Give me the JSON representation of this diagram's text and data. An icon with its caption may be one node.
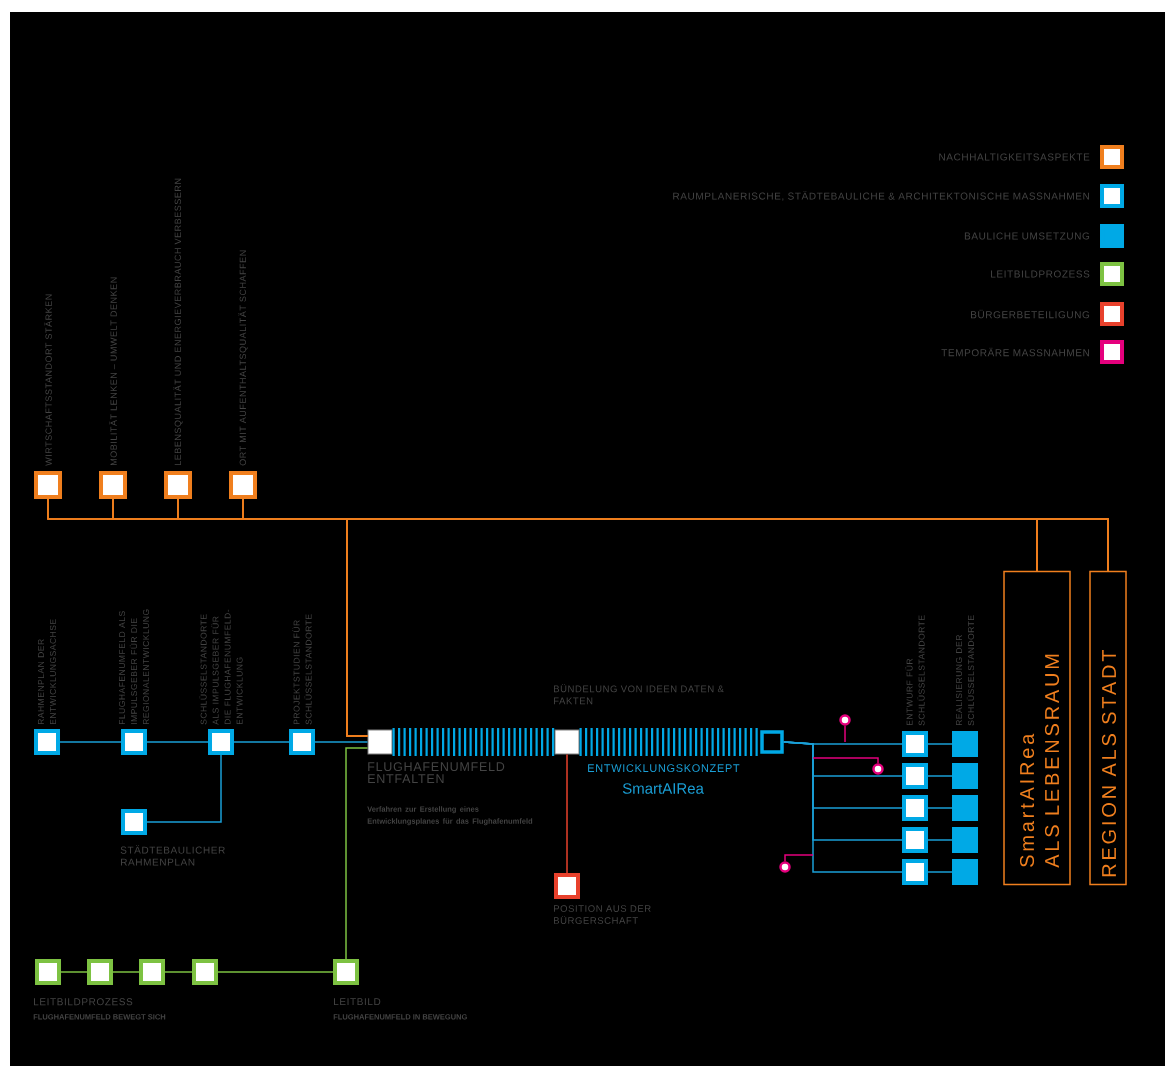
{
  "diagram": {
    "nodes": [
      {
        "text": [
          "WIRTSCHAFTSSTANDORT STÄRKEN"
        ]
      },
      {
        "text": [
          "MOBILITÄT LENKEN – UMWELT DENKEN"
        ]
      },
      {
        "text": [
          "LEBENSQUALITÄT UND ENERGIEVERBRAUCH VERBESSERN"
        ]
      },
      {
        "text": [
          "ORT MIT AUFENTHALTSQUALITÄT SCHAFFEN"
        ]
      },
      {
        "text": [
          "SmartAIRea",
          "ALS LEBENSRAUM"
        ]
      },
      {
        "text": [
          "REGION ALS STADT"
        ]
      },
      {
        "text": [
          "RAHMENPLAN DER ENTWICKLUNGSACHSE"
        ]
      },
      {
        "text": [
          "FLUGHAFENUMFELD ALS IMPULSGEBER FÜR DIE REGIONALENTWICKLUNG"
        ]
      },
      {
        "text": [
          "SCHLÜSSELSTANDORTE ALS IMPULSGEBER FÜR DIE FLUGHAFENUMFELD-ENTWICKLUNG"
        ]
      },
      {
        "text": [
          "PROJEKTSTUDIEN FÜR SCHLÜSSELSTANDORTE"
        ]
      },
      {
        "text": [
          "STÄDTEBAULICHER RAHMENPLAN"
        ]
      },
      {
        "text": [
          "FLUGHAFENUMFELD ENTFALTEN",
          "Verfahren zur Erstellung eines Entwicklungsplanes für das Flughafenumfeld"
        ]
      },
      {
        "text": [
          "BÜNDELUNG VON IDEEN DATEN & FAKTEN"
        ]
      },
      {
        "text": [
          "ENTWICKLUNGSKONZEPT",
          "SmartAIRea"
        ]
      },
      {
        "text": [
          "POSITION AUS DER BÜRGERSCHAFT"
        ]
      },
      {
        "text": [
          "ENTWURF FÜR SCHLÜSSELSTANDORTE"
        ]
      },
      {
        "text": [],
        "shape": "box"
      },
      {
        "text": [],
        "shape": "box"
      },
      {
        "text": [],
        "shape": "box"
      },
      {
        "text": [],
        "shape": "box"
      },
      {
        "text": [
          "REALISIERUNG DER SCHLÜSSELSTANDORTE"
        ]
      },
      {
        "text": [],
        "shape": "box"
      },
      {
        "text": [],
        "shape": "box"
      },
      {
        "text": [],
        "shape": "box"
      },
      {
        "text": [],
        "shape": "box"
      },
      {
        "text": [],
        "shape": "circle"
      },
      {
        "text": [],
        "shape": "circle"
      },
      {
        "text": [],
        "shape": "circle"
      },
      {
        "text": [
          "LEITBILDPROZESS",
          "FLUGHAFENUMFELD BEWEGT SICH"
        ]
      },
      {
        "text": [],
        "shape": "box"
      },
      {
        "text": [],
        "shape": "box"
      },
      {
        "text": [],
        "shape": "box"
      },
      {
        "text": [
          "LEITBILD",
          "FLUGHAFENUMFELD IN BEWEGUNG"
        ]
      }
    ],
    "edges": [
      {
        "from": 0,
        "to": 11,
        "arrow": "none",
        "color": "#f07f1e"
      },
      {
        "from": 1,
        "to": 11,
        "arrow": "none",
        "color": "#f07f1e"
      },
      {
        "from": 2,
        "to": 11,
        "arrow": "none",
        "color": "#f07f1e"
      },
      {
        "from": 3,
        "to": 11,
        "arrow": "none",
        "color": "#f07f1e"
      },
      {
        "from": 0,
        "to": 4,
        "arrow": "none",
        "color": "#f07f1e"
      },
      {
        "from": 1,
        "to": 4,
        "arrow": "none",
        "color": "#f07f1e"
      },
      {
        "from": 2,
        "to": 4,
        "arrow": "none",
        "color": "#f07f1e"
      },
      {
        "from": 3,
        "to": 4,
        "arrow": "none",
        "color": "#f07f1e"
      },
      {
        "from": 0,
        "to": 5,
        "arrow": "none",
        "color": "#f07f1e"
      },
      {
        "from": 1,
        "to": 5,
        "arrow": "none",
        "color": "#f07f1e"
      },
      {
        "from": 2,
        "to": 5,
        "arrow": "none",
        "color": "#f07f1e"
      },
      {
        "from": 3,
        "to": 5,
        "arrow": "none",
        "color": "#f07f1e"
      },
      {
        "from": 6,
        "to": 7,
        "arrow": "none"
      },
      {
        "from": 7,
        "to": 8,
        "arrow": "none"
      },
      {
        "from": 8,
        "to": 9,
        "arrow": "none"
      },
      {
        "from": 9,
        "to": 11,
        "arrow": "none"
      },
      {
        "from": 8,
        "to": 10,
        "arrow": "none"
      },
      {
        "from": 11,
        "to": 12,
        "arrow": "none",
        "style": "dashed"
      },
      {
        "from": 12,
        "to": 13,
        "arrow": "none",
        "style": "dashed"
      },
      {
        "from": 12,
        "to": 14,
        "arrow": "none",
        "color": "#e8412c"
      },
      {
        "from": 13,
        "to": 15,
        "arrow": "none"
      },
      {
        "from": 13,
        "to": 16,
        "arrow": "none"
      },
      {
        "from": 13,
        "to": 17,
        "arrow": "none"
      },
      {
        "from": 13,
        "to": 18,
        "arrow": "none"
      },
      {
        "from": 13,
        "to": 19,
        "arrow": "none"
      },
      {
        "from": 15,
        "to": 20,
        "arrow": "none"
      },
      {
        "from": 16,
        "to": 21,
        "arrow": "none"
      },
      {
        "from": 17,
        "to": 22,
        "arrow": "none"
      },
      {
        "from": 18,
        "to": 23,
        "arrow": "none"
      },
      {
        "from": 19,
        "to": 24,
        "arrow": "none"
      },
      {
        "from": 25,
        "to": null,
        "arrow": "none",
        "color": "#e5007d"
      },
      {
        "from": 26,
        "to": null,
        "arrow": "none",
        "color": "#e5007d"
      },
      {
        "from": 27,
        "to": null,
        "arrow": "none",
        "color": "#e5007d"
      },
      {
        "from": 28,
        "to": 29,
        "arrow": "none",
        "color": "#7dc242"
      },
      {
        "from": 29,
        "to": 30,
        "arrow": "none",
        "color": "#7dc242"
      },
      {
        "from": 30,
        "to": 31,
        "arrow": "none",
        "color": "#7dc242"
      },
      {
        "from": 31,
        "to": 32,
        "arrow": "none",
        "color": "#7dc242"
      },
      {
        "from": 32,
        "to": 11,
        "arrow": "none",
        "color": "#7dc242"
      }
    ],
    "legend": [
      {
        "text": "NACHHALTIGKEITSASPEKTE",
        "color": "#f07f1e"
      },
      {
        "text": "RAUMPLANERISCHE, STÄDTEBAULICHE & ARCHITEKTONISCHE MASSNAHMEN",
        "color": "#00a9e6"
      },
      {
        "text": "BAULICHE UMSETZUNG",
        "color": "#00a9e6"
      },
      {
        "text": "LEITBILDPROZESS",
        "color": "#7dc242"
      },
      {
        "text": "BÜRGERBETEILIGUNG",
        "color": "#e8412c"
      },
      {
        "text": "TEMPORÄRE MASSNAHMEN",
        "color": "#e5007d"
      }
    ]
  }
}
